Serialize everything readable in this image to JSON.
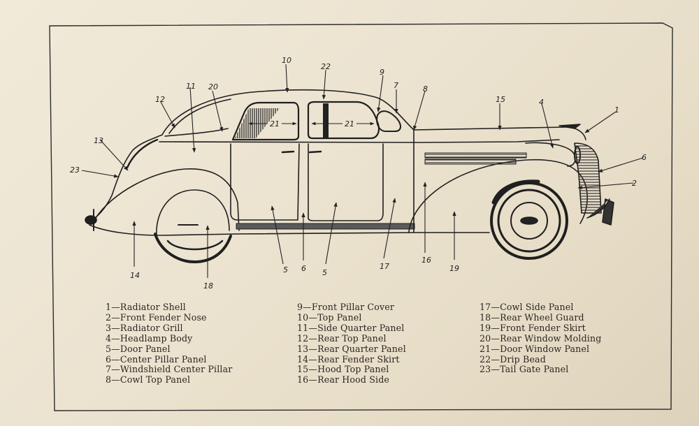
{
  "diagram": {
    "subject": "Sedan body side view — body parts identification",
    "callouts": [
      "10",
      "22",
      "9",
      "7",
      "8",
      "12",
      "11",
      "20",
      "21",
      "21",
      "15",
      "4",
      "1",
      "13",
      "6",
      "23",
      "2",
      "14",
      "18",
      "5",
      "6",
      "5",
      "17",
      "16",
      "19"
    ]
  },
  "legend": {
    "columns": [
      [
        {
          "num": "1",
          "label": "Radiator Shell"
        },
        {
          "num": "2",
          "label": "Front Fender Nose"
        },
        {
          "num": "3",
          "label": "Radiator Grill"
        },
        {
          "num": "4",
          "label": "Headlamp Body"
        },
        {
          "num": "5",
          "label": "Door Panel"
        },
        {
          "num": "6",
          "label": "Center Pillar Panel"
        },
        {
          "num": "7",
          "label": "Windshield Center Pillar"
        },
        {
          "num": "8",
          "label": "Cowl Top Panel"
        }
      ],
      [
        {
          "num": "9",
          "label": "Front Pillar Cover"
        },
        {
          "num": "10",
          "label": "Top Panel"
        },
        {
          "num": "11",
          "label": "Side Quarter Panel"
        },
        {
          "num": "12",
          "label": "Rear Top Panel"
        },
        {
          "num": "13",
          "label": "Rear Quarter Panel"
        },
        {
          "num": "14",
          "label": "Rear Fender Skirt"
        },
        {
          "num": "15",
          "label": "Hood Top Panel"
        },
        {
          "num": "16",
          "label": "Rear Hood Side"
        }
      ],
      [
        {
          "num": "17",
          "label": "Cowl Side Panel"
        },
        {
          "num": "18",
          "label": "Rear Wheel Guard"
        },
        {
          "num": "19",
          "label": "Front Fender Skirt"
        },
        {
          "num": "20",
          "label": "Rear Window Molding"
        },
        {
          "num": "21",
          "label": "Door Window Panel"
        },
        {
          "num": "22",
          "label": "Drip Bead"
        },
        {
          "num": "23",
          "label": "Tail Gate Panel"
        }
      ]
    ],
    "separator": "—"
  },
  "colors": {
    "paper": "#ece4d1",
    "ink": "#222222"
  }
}
